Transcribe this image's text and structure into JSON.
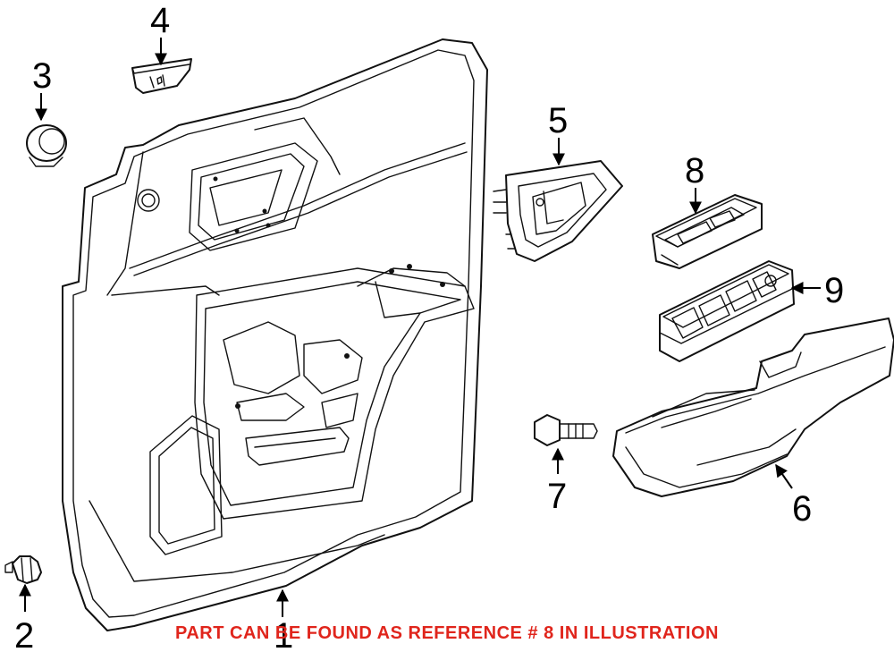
{
  "colors": {
    "notice": "#e0251c",
    "lines": "#111111",
    "background": "#ffffff"
  },
  "callouts": [
    {
      "num": "1"
    },
    {
      "num": "2"
    },
    {
      "num": "3"
    },
    {
      "num": "4"
    },
    {
      "num": "5"
    },
    {
      "num": "6"
    },
    {
      "num": "7"
    },
    {
      "num": "8"
    },
    {
      "num": "9"
    }
  ],
  "notice": "PART CAN BE FOUND AS REFERENCE # 8 IN ILLUSTRATION"
}
